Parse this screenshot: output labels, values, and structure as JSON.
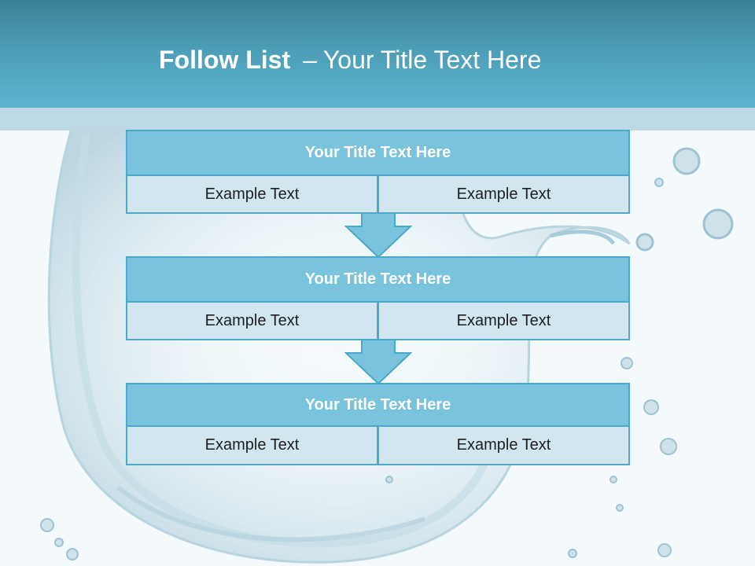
{
  "header": {
    "title_bold": "Follow List",
    "title_dash": "–",
    "title_rest": "Your Title Text Here"
  },
  "flow": {
    "steps": [
      {
        "title": "Your Title Text Here",
        "left": "Example Text",
        "right": "Example Text"
      },
      {
        "title": "Your Title Text Here",
        "left": "Example Text",
        "right": "Example Text"
      },
      {
        "title": "Your Title Text Here",
        "left": "Example Text",
        "right": "Example Text"
      }
    ]
  },
  "colors": {
    "header_top": "#3b8196",
    "header_bottom": "#5db4d1",
    "box_title_fill": "#79c4dc",
    "box_cell_fill": "#d2e6f0",
    "box_border": "#4aa9c9",
    "arrow_fill": "#79c4dc"
  },
  "icons": {
    "connector": "down-arrow-icon",
    "background": "water-splash-image"
  }
}
